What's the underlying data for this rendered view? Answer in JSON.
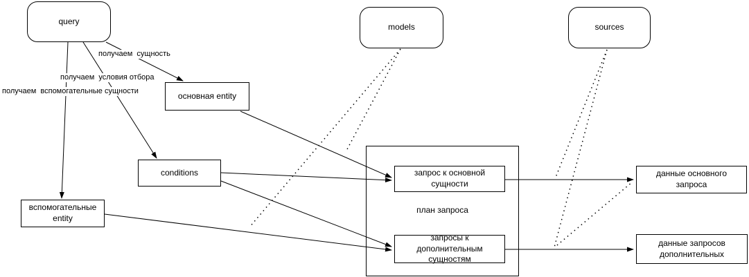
{
  "diagram": {
    "nodes": {
      "query": {
        "label": "query"
      },
      "models": {
        "label": "models"
      },
      "sources": {
        "label": "sources"
      },
      "main_entity": {
        "label": "основная entity"
      },
      "conditions": {
        "label": "conditions"
      },
      "auxiliary_entity": {
        "label": "вспомогательные entity"
      },
      "query_plan": {
        "label": "план запроса"
      },
      "main_query": {
        "label": "запрос к основной сущности"
      },
      "additional_queries": {
        "label": "запросы к дополнительным сущностям"
      },
      "main_query_data": {
        "label": "данные основного запроса"
      },
      "additional_queries_data": {
        "label": "данные запросов дополнительных"
      }
    },
    "edge_labels": {
      "get_entity": "получаем  сущность",
      "get_conditions": "получаем  условия отбора",
      "get_auxiliary": "получаем  вспомогательные сущности"
    },
    "colors": {
      "stroke": "#000000",
      "text": "#000000",
      "background": "#ffffff"
    }
  }
}
